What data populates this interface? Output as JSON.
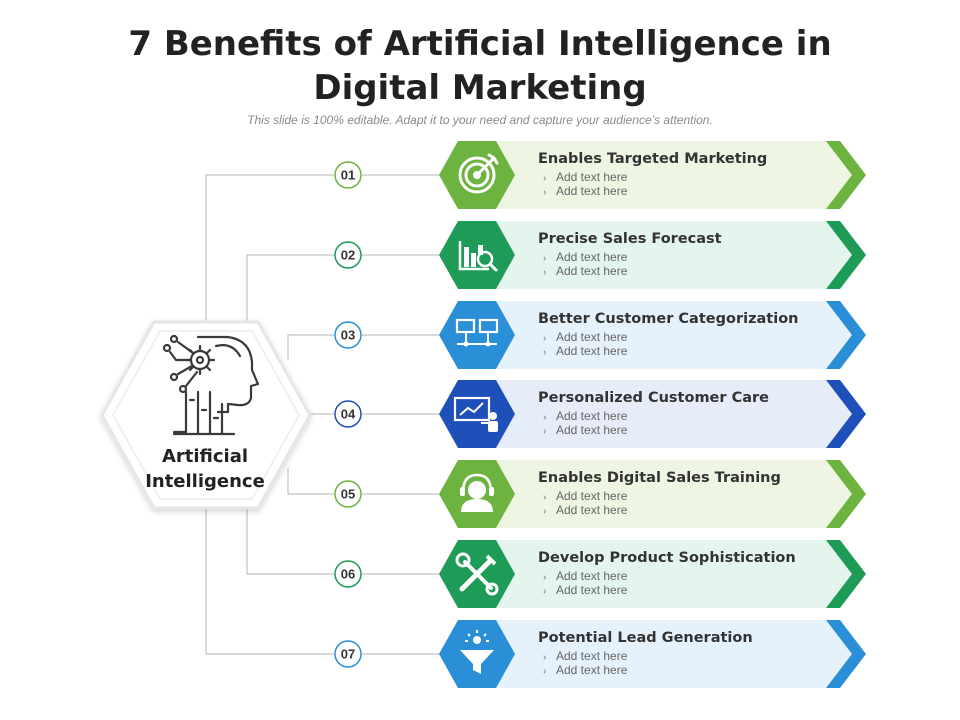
{
  "title_line1": "7 Benefits of Artificial Intelligence in",
  "title_line2": "Digital Marketing",
  "subtitle": "This slide is 100% editable. Adapt it to your need and capture your audience’s attention.",
  "hub": {
    "line1": "Artificial",
    "line2": "Intelligence",
    "icon": "ai-head-icon"
  },
  "items": [
    {
      "num": "01",
      "title": "Enables Targeted Marketing",
      "bullets": [
        "Add text here",
        "Add text here"
      ],
      "color": "#6db33f",
      "band": "#eef6e3",
      "icon": "target-icon"
    },
    {
      "num": "02",
      "title": "Precise Sales Forecast",
      "bullets": [
        "Add text here",
        "Add text here"
      ],
      "color": "#1e9b57",
      "band": "#e4f5ee",
      "icon": "chart-search-icon"
    },
    {
      "num": "03",
      "title": "Better Customer Categorization",
      "bullets": [
        "Add text here",
        "Add text here"
      ],
      "color": "#2a8fd6",
      "band": "#e6f2fb",
      "icon": "network-monitors-icon"
    },
    {
      "num": "04",
      "title": "Personalized Customer Care",
      "bullets": [
        "Add text here",
        "Add text here"
      ],
      "color": "#1f4fb8",
      "band": "#e6ecf8",
      "icon": "presentation-icon"
    },
    {
      "num": "05",
      "title": "Enables Digital Sales Training",
      "bullets": [
        "Add text here",
        "Add text here"
      ],
      "color": "#6db33f",
      "band": "#eef6e3",
      "icon": "headset-icon"
    },
    {
      "num": "06",
      "title": "Develop Product Sophistication",
      "bullets": [
        "Add text here",
        "Add text here"
      ],
      "color": "#1e9b57",
      "band": "#e4f5ee",
      "icon": "tools-icon"
    },
    {
      "num": "07",
      "title": "Potential Lead Generation",
      "bullets": [
        "Add text here",
        "Add text here"
      ],
      "color": "#2a8fd6",
      "band": "#e6f2fb",
      "icon": "funnel-icon"
    }
  ]
}
